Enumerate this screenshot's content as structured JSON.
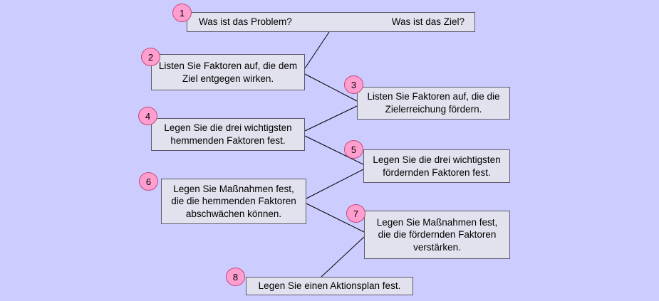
{
  "diagram": {
    "background_color": "#ccccff",
    "node_fill_color": "#e2e2ee",
    "badge_fill_color": "#ff9ecf",
    "nodes": [
      {
        "number": "1",
        "text_left": "Was ist das Problem?",
        "text_right": "Was ist das Ziel?"
      },
      {
        "number": "2",
        "text": "Listen Sie Faktoren auf, die dem Ziel entgegen wirken."
      },
      {
        "number": "3",
        "text": "Listen Sie Faktoren auf, die die Zielerreichung fördern."
      },
      {
        "number": "4",
        "text": "Legen Sie die drei wichtigsten hemmenden Faktoren fest."
      },
      {
        "number": "5",
        "text": "Legen Sie die drei wichtigsten fördernden Faktoren fest."
      },
      {
        "number": "6",
        "text": "Legen Sie Maßnahmen fest, die die hemmenden Faktoren abschwächen können."
      },
      {
        "number": "7",
        "text": "Legen Sie Maßnahmen fest, die die fördernden Faktoren verstärken."
      },
      {
        "number": "8",
        "text": "Legen Sie einen Aktionsplan fest."
      }
    ]
  }
}
